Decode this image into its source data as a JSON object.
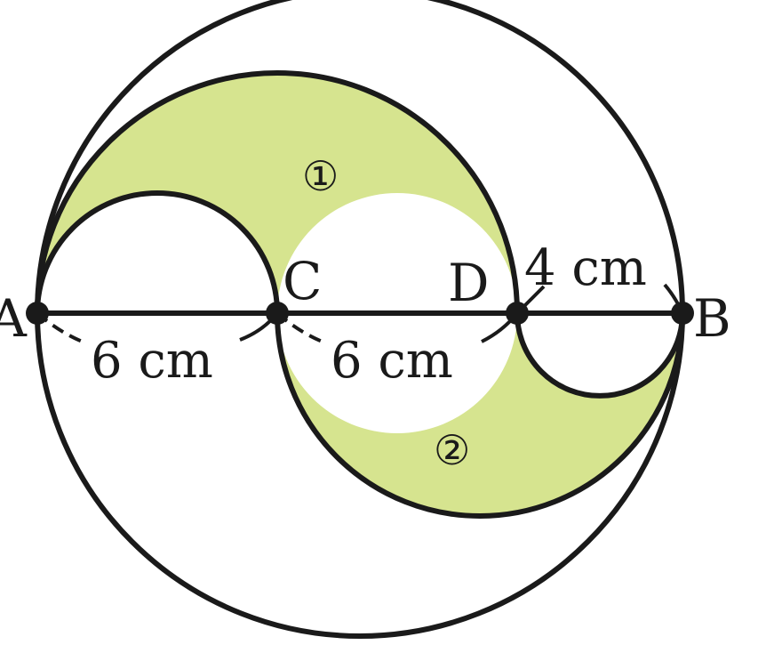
{
  "colors": {
    "fill": "#d6e48f",
    "stroke": "#1a1a1a",
    "background": "#ffffff"
  },
  "points": {
    "a": "A",
    "b": "B",
    "c": "C",
    "d": "D"
  },
  "dimensions": {
    "ac": "6 cm",
    "cd": "6 cm",
    "db": "4 cm"
  },
  "regions": {
    "region1": "①",
    "region2": "②"
  }
}
